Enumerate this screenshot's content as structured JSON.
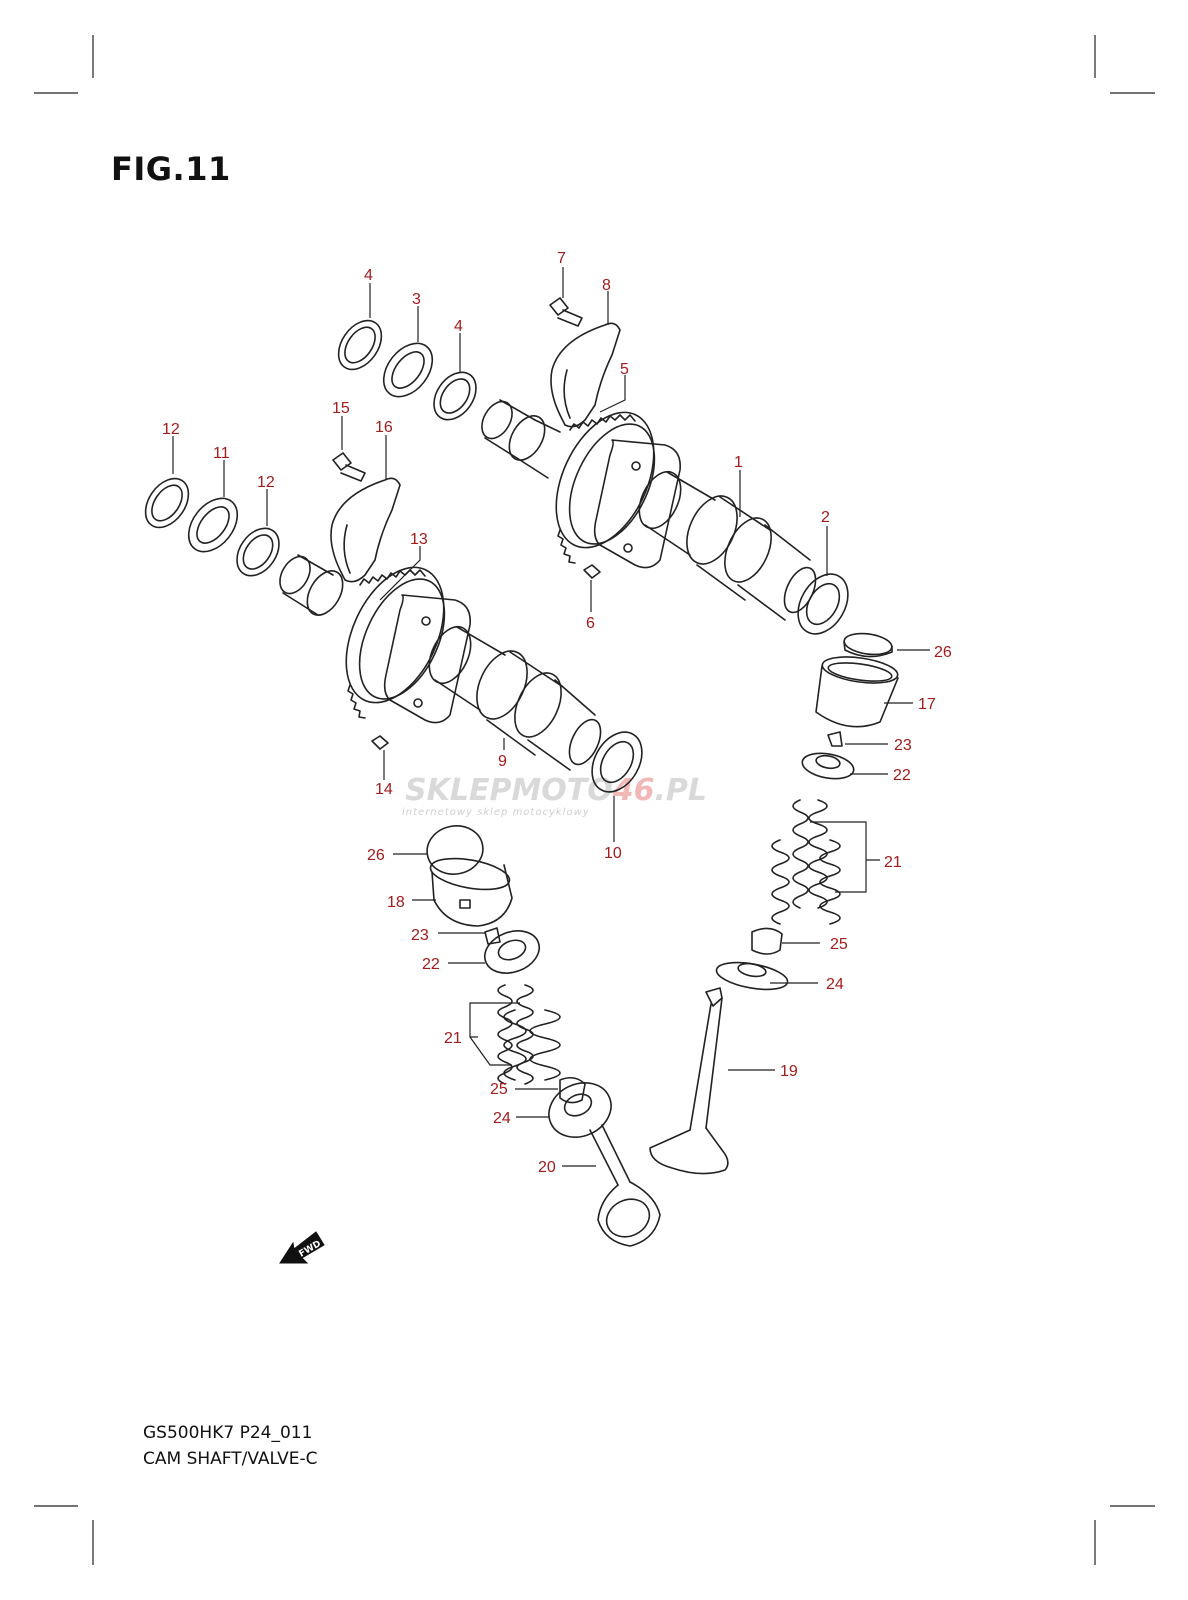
{
  "figure": {
    "title": "FIG.11",
    "model_code": "GS500HK7 P24_011",
    "section_name": "CAM SHAFT/VALVE-C"
  },
  "watermark": {
    "brand_part1": "SKLEP",
    "brand_part2": "MOTO",
    "brand_part3": "46",
    "brand_part4": ".PL",
    "tagline": "internetowy sklep motocyklowy"
  },
  "fwd_badge": {
    "label": "FWD",
    "icon": "forward-arrow-icon"
  },
  "callouts": [
    "1",
    "2",
    "3",
    "4",
    "4",
    "5",
    "6",
    "7",
    "8",
    "9",
    "10",
    "11",
    "12",
    "12",
    "13",
    "14",
    "15",
    "16",
    "17",
    "18",
    "19",
    "20",
    "21",
    "21",
    "22",
    "22",
    "23",
    "23",
    "24",
    "24",
    "25",
    "25",
    "26",
    "26"
  ],
  "colors": {
    "callout": "#a21c1c",
    "line": "#222222",
    "watermark": "#d9d9d9",
    "watermark_accent": "#f2b8b8"
  }
}
